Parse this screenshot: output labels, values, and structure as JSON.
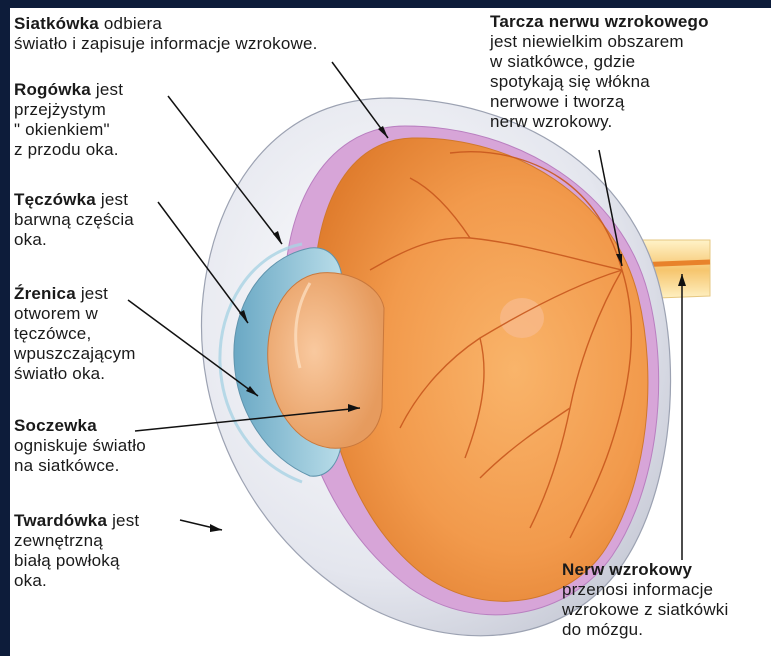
{
  "labels": {
    "siatkowka": {
      "title": "Siatkówka",
      "lines": [
        "odbiera",
        "światło i zapisuje informacje wzrokowe."
      ]
    },
    "rogowka": {
      "title": "Rogówka",
      "lines": [
        "jest",
        "przejżystym",
        "\" okienkiem\"",
        "z przodu oka."
      ]
    },
    "teczowka": {
      "title": "Tęczówka",
      "lines": [
        "jest",
        "barwną częścia",
        "oka."
      ]
    },
    "zrenica": {
      "title": "Źrenica",
      "lines": [
        "jest",
        "otworem w",
        "tęczówce,",
        "wpuszczającym",
        "światło oka."
      ]
    },
    "soczewka": {
      "title": "Soczewka",
      "lines": [
        "ogniskuje światło",
        "na siatkówce."
      ]
    },
    "twardowka": {
      "title": "Twardówka",
      "lines": [
        "jest",
        "zewnętrzną",
        "białą powłoką",
        "oka."
      ]
    },
    "tarcza": {
      "title": "Tarcza nerwu wzrokowego",
      "lines": [
        "jest niewielkim obszarem",
        "w siatkówce, gdzie",
        "spotykają się włókna",
        "nerwowe i tworzą",
        "nerw wzrokowy."
      ]
    },
    "nerw": {
      "title": "Nerw wzrokowy",
      "lines": [
        "przenosi informacje",
        "wzrokowe z siatkówki",
        "do mózgu."
      ]
    }
  },
  "colors": {
    "background": "#0d1c3a",
    "sclera": "#eceef3",
    "choroid": "#d8a6d8",
    "retina": "#f0a35c",
    "iris": "#8fc3d8",
    "lens": "#f3b88a",
    "nerve": "#ffe7a6"
  }
}
